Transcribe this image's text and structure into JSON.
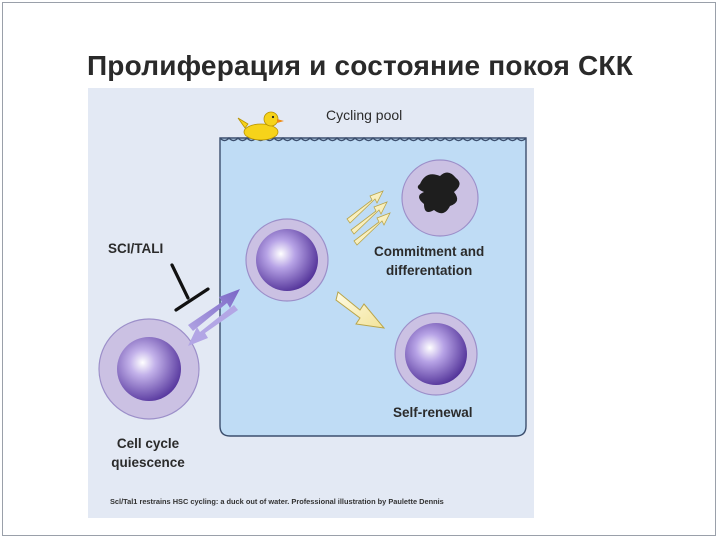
{
  "slide": {
    "title": "Пролиферация  и состояние покоя СКК"
  },
  "figure": {
    "cycling_pool_label": "Cycling pool",
    "inhibitor_label": "SCI/TALI",
    "commitment_label_line1": "Commitment and",
    "commitment_label_line2": "differentation",
    "self_renewal_label": "Self-renewal",
    "quiescence_label_line1": "Cell cycle",
    "quiescence_label_line2": "quiescence",
    "caption": "Scl/Tal1 restrains HSC cycling: a duck out of water. Professional illustration by Paulette Dennis",
    "colors": {
      "background": "#e3e9f4",
      "water": "#bfdcf5",
      "water_line": "#3c4f6e",
      "cell_ring": "#cbc1e3",
      "nucleus_dark": "#4f2f96",
      "duck": "#f6d31a",
      "arrow_yellow": "#f4ecb8",
      "arrow_purple": "#8e7fcf"
    }
  }
}
